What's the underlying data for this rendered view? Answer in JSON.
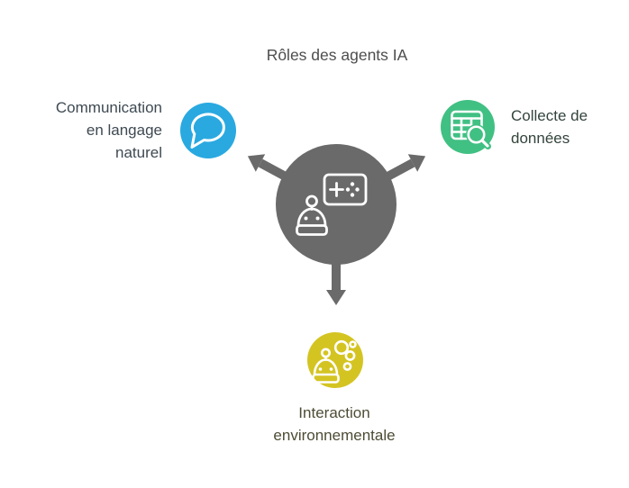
{
  "title": "Rôles des agents IA",
  "colors": {
    "background": "#ffffff",
    "hub": "#6a6a6a",
    "arrow": "#6a6a6a",
    "title_text": "#4d4d4d",
    "communication_node": "#29a9e0",
    "collecte_node": "#41c083",
    "interaction_node": "#d4c422",
    "communication_text": "#3e4a52",
    "collecte_text": "#33443c",
    "interaction_text": "#4e4c35",
    "icon_stroke": "#ffffff"
  },
  "hub": {
    "icon": "robot-chat-icon",
    "color": "#6a6a6a"
  },
  "nodes": [
    {
      "id": "communication",
      "label": "Communication en langage naturel",
      "lines": [
        "Communication",
        "en langage",
        "naturel"
      ],
      "icon": "speech-bubble-icon",
      "color": "#29a9e0",
      "text_color": "#3e4a52",
      "position": "left"
    },
    {
      "id": "collecte-de-donnees",
      "label": "Collecte de données",
      "lines": [
        "Collecte de",
        "données"
      ],
      "icon": "data-table-search-icon",
      "color": "#41c083",
      "text_color": "#33443c",
      "position": "right"
    },
    {
      "id": "interaction-environnementale",
      "label": "Interaction environnementale",
      "lines": [
        "Interaction",
        "environnementale"
      ],
      "icon": "robot-bubbles-icon",
      "color": "#d4c422",
      "text_color": "#4e4c35",
      "position": "bottom"
    }
  ]
}
